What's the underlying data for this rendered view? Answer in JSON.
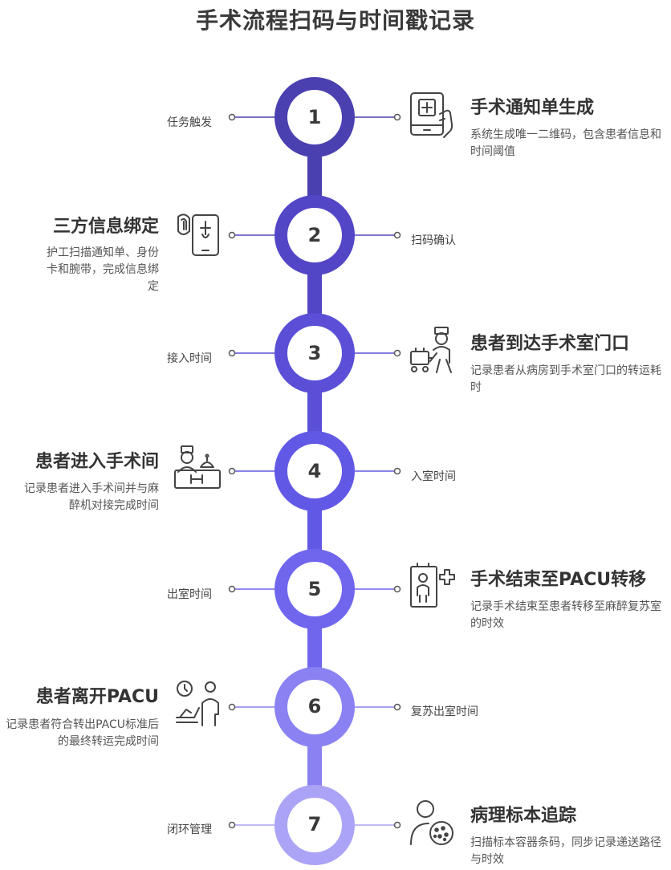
{
  "title": "手术流程扫码与时间戳记录",
  "colors": [
    "#4a40b0",
    "#5346c6",
    "#5a4fd6",
    "#6258e6",
    "#7066ee",
    "#8a82f2",
    "#aaa3f6"
  ],
  "steps": [
    {
      "num": "1",
      "label": "任务触发",
      "title": "手术通知单生成",
      "desc": "系统生成唯一二维码，包含患者信息和时间阈值",
      "icon": "tablet-medical-icon"
    },
    {
      "num": "2",
      "label": "扫码确认",
      "title": "三方信息绑定",
      "desc": "护工扫描通知单、身份卡和腕带，完成信息绑定",
      "icon": "id-card-scan-icon"
    },
    {
      "num": "3",
      "label": "接入时间",
      "title": "患者到达手术室门口",
      "desc": "记录患者从病房到手术室门口的转运耗时",
      "icon": "transport-staff-icon"
    },
    {
      "num": "4",
      "label": "入室时间",
      "title": "患者进入手术间",
      "desc": "记录患者进入手术间并与麻醉机对接完成时间",
      "icon": "reception-desk-icon"
    },
    {
      "num": "5",
      "label": "出室时间",
      "title": "手术结束至PACU转移",
      "desc": "记录手术结束至患者转移至麻醉复苏室的时效",
      "icon": "elevator-medical-icon"
    },
    {
      "num": "6",
      "label": "复苏出室时间",
      "title": "患者离开PACU",
      "desc": "记录患者符合转出PACU标准后的最终转运完成时间",
      "icon": "patient-clock-icon"
    },
    {
      "num": "7",
      "label": "闭环管理",
      "title": "病理标本追踪",
      "desc": "扫描标本容器条码，同步记录递送路径与时效",
      "icon": "pathology-specimen-icon"
    }
  ]
}
